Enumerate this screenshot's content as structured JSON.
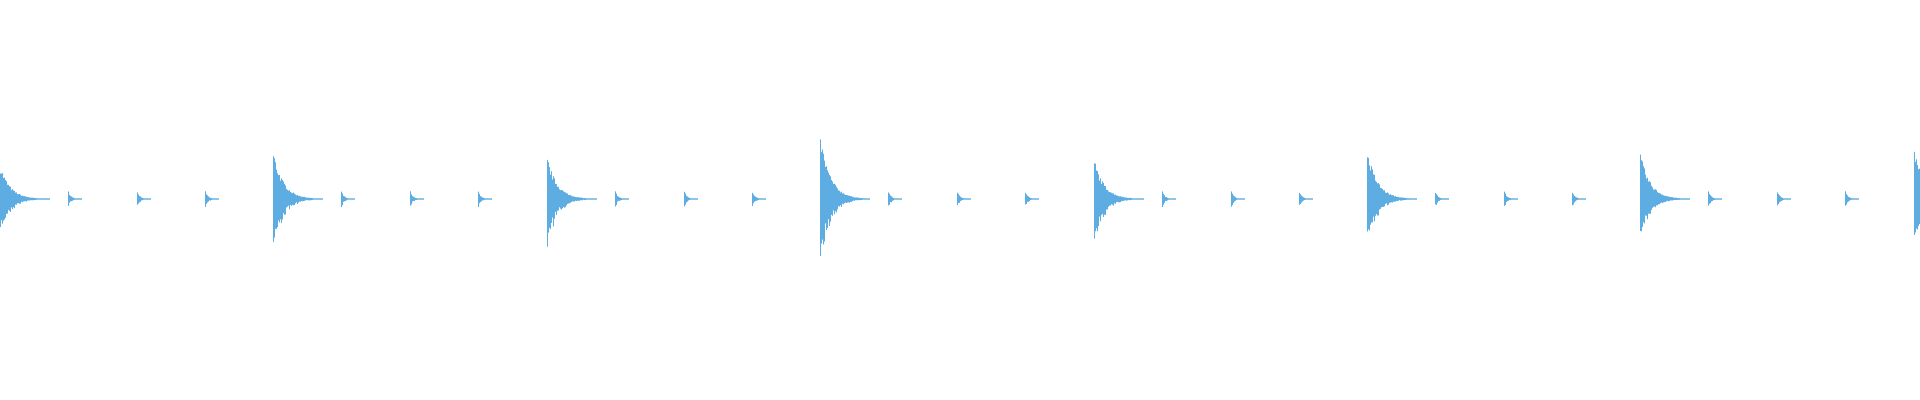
{
  "waveform": {
    "color": "#5dade2",
    "background": "#ffffff",
    "beats_per_bar": 4,
    "bars": 8,
    "accent_peaks": [
      {
        "pos": 0.17,
        "neg": 0.16
      },
      {
        "pos": 0.24,
        "neg": 0.24
      },
      {
        "pos": 0.21,
        "neg": 0.22
      },
      {
        "pos": 0.32,
        "neg": 0.3
      },
      {
        "pos": 0.2,
        "neg": 0.21
      },
      {
        "pos": 0.25,
        "neg": 0.22
      },
      {
        "pos": 0.23,
        "neg": 0.19
      },
      {
        "pos": 0.27,
        "neg": 0.25
      }
    ],
    "minor_peak": 0.04
  }
}
